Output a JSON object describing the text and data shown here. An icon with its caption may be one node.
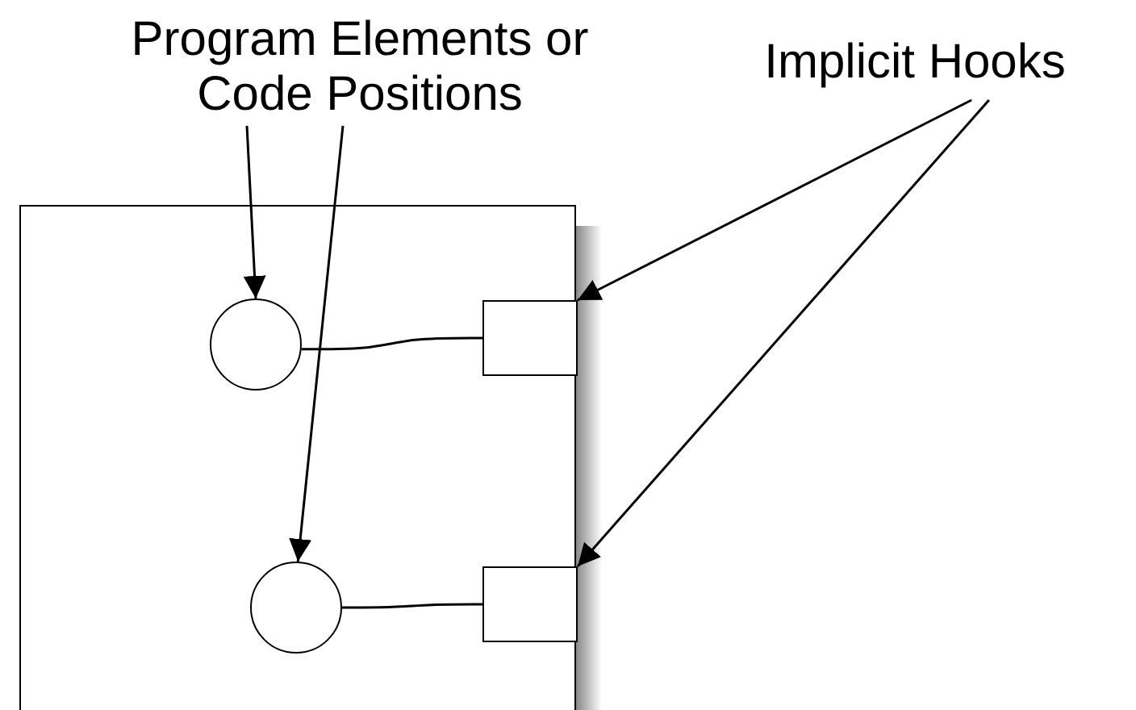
{
  "diagram": {
    "nodes": [
      {
        "text": [
          "Program Elements or Code Positions"
        ]
      },
      {
        "text": [
          "Implicit Hooks"
        ]
      },
      {
        "text": [],
        "shape": "box"
      },
      {
        "text": [],
        "shape": "circle",
        "in": 2
      },
      {
        "text": [],
        "shape": "box",
        "in": 2
      },
      {
        "text": [],
        "shape": "circle",
        "in": 2
      },
      {
        "text": [],
        "shape": "box",
        "in": 2
      }
    ],
    "edges": [
      {
        "from": 0,
        "to": 3,
        "arrow": "to"
      },
      {
        "from": 0,
        "to": 5,
        "arrow": "to"
      },
      {
        "from": 1,
        "to": 4,
        "arrow": "to"
      },
      {
        "from": 1,
        "to": 6,
        "arrow": "to"
      },
      {
        "from": 3,
        "to": 4,
        "arrow": "none"
      },
      {
        "from": 5,
        "to": 6,
        "arrow": "none"
      }
    ]
  }
}
